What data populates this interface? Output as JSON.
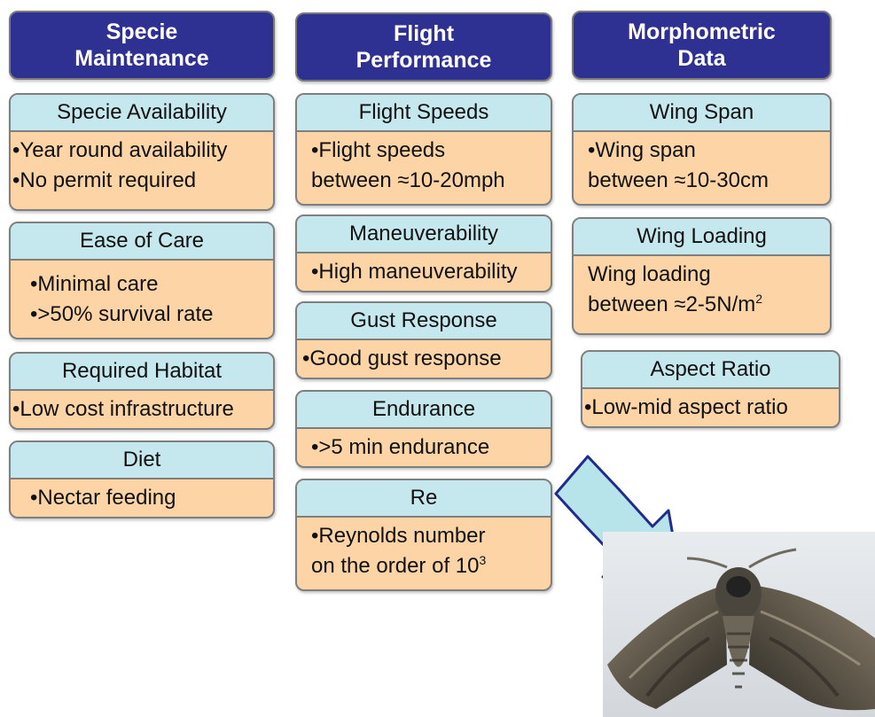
{
  "colors": {
    "header": "#2e3192",
    "title_bar": "#c5e8ee",
    "body": "#fcd4a6",
    "arrow": "#b7e4ea"
  },
  "columns": [
    {
      "header": [
        "Specie",
        "Maintenance"
      ],
      "cards": [
        {
          "title": "Specie Availability",
          "lines": [
            "•Year round availability",
            "•No permit required"
          ]
        },
        {
          "title": "Ease of Care",
          "lines": [
            "•Minimal care",
            "•>50% survival rate"
          ]
        },
        {
          "title": "Required Habitat",
          "lines": [
            "•Low cost infrastructure"
          ]
        },
        {
          "title": "Diet",
          "lines": [
            "•Nectar feeding"
          ]
        }
      ]
    },
    {
      "header": [
        "Flight",
        "Performance"
      ],
      "cards": [
        {
          "title": "Flight Speeds",
          "lines": [
            "•Flight speeds",
            "between ≈10-20mph"
          ]
        },
        {
          "title": "Maneuverability",
          "lines": [
            "•High maneuverability"
          ]
        },
        {
          "title": "Gust Response",
          "lines": [
            "•Good gust response"
          ]
        },
        {
          "title": "Endurance",
          "lines": [
            "•>5 min endurance"
          ]
        },
        {
          "title": "Re",
          "lines": [
            "•Reynolds number",
            "on the order of 10",
            "3"
          ]
        }
      ]
    },
    {
      "header": [
        "Morphometric",
        "Data"
      ],
      "cards": [
        {
          "title": "Wing Span",
          "lines": [
            "•Wing span",
            "between ≈10-30cm"
          ]
        },
        {
          "title": "Wing Loading",
          "lines": [
            "Wing loading",
            "between ≈2-5N/m",
            "2"
          ]
        },
        {
          "title": "Aspect Ratio",
          "lines": [
            "•Low-mid aspect ratio"
          ]
        }
      ]
    }
  ]
}
